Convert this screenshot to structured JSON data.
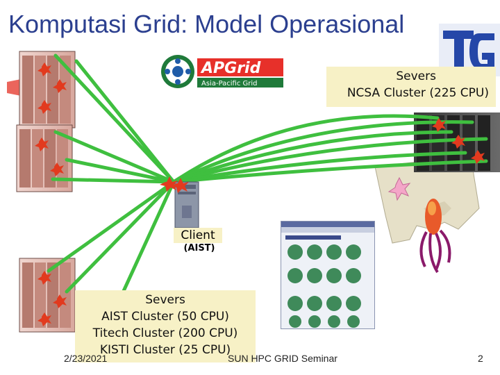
{
  "slide": {
    "title": "Komputasi Grid: Model Operasional",
    "logos": {
      "top_right": "tg-logo",
      "center": "apgrid-logo",
      "center_subtext": "Asia-Pacific Grid"
    },
    "ncsa": {
      "line1": "Severs",
      "line2": "NCSA Cluster (225 CPU)"
    },
    "client": {
      "label": "Client",
      "sublabel": "(AIST)"
    },
    "aist": {
      "line1": "Severs",
      "line2": "AIST Cluster (50 CPU)",
      "line3": "Titech Cluster (200 CPU)",
      "line4": "KISTI Cluster (25 CPU)"
    },
    "footer": {
      "date": "2/23/2021",
      "center": "SUN HPC GRID Seminar",
      "page": "2"
    },
    "colors": {
      "title": "#2b3f8f",
      "links": "#3fbf3f",
      "label_bg": "#f7f1c6",
      "star": "#e23a1e"
    }
  }
}
